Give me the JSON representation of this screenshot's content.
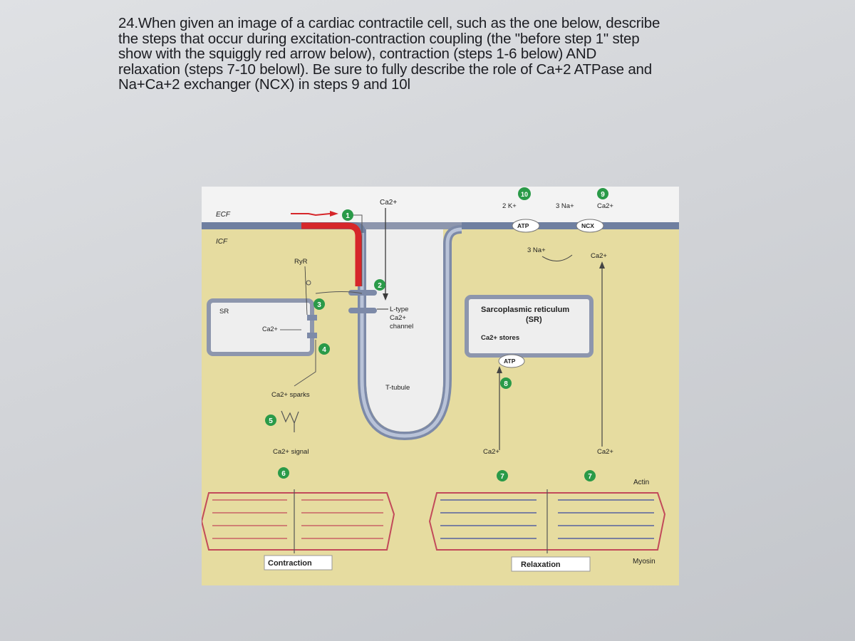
{
  "question": {
    "number": "24.",
    "line1": "When given an image of a cardiac contractile cell, such as the one below, describe",
    "line2": "the steps that occur during excitation-contraction coupling (the \"before step 1\" step",
    "line3": "show with the squiggly red arrow below), contraction (steps 1-6 below) AND",
    "line4": "relaxation (steps 7-10 belowl). Be sure to fully describe the role of Ca+2 ATPase and",
    "line5": "Na+Ca+2 exchanger (NCX) in steps 9 and 10l"
  },
  "figure": {
    "ecf": "ECF",
    "icf": "ICF",
    "ryr": "RyR",
    "sr": "SR",
    "ca_sr": "Ca2+",
    "ca_channel_top": "Ca2+",
    "l_type_line1": "L-type",
    "l_type_line2": "Ca2+",
    "l_type_line3": "channel",
    "t_tubule": "T-tubule",
    "ca_sparks": "Ca2+ sparks",
    "ca_signal": "Ca2+ signal",
    "sarcoplasmic_line1": "Sarcoplasmic reticulum",
    "sarcoplasmic_line2": "(SR)",
    "ca_stores": "Ca2+ stores",
    "atp_pump": "ATP",
    "atp_membrane": "ATP",
    "ncx": "NCX",
    "two_k": "2 K+",
    "three_na_out": "3 Na+",
    "ca_out": "Ca2+",
    "three_na_in": "3 Na+",
    "ca_in_right": "Ca2+",
    "ca_7_left": "Ca2+",
    "ca_7_right": "Ca2+",
    "actin": "Actin",
    "myosin": "Myosin",
    "contraction": "Contraction",
    "relaxation": "Relaxation",
    "steps": [
      "1",
      "2",
      "3",
      "4",
      "5",
      "6",
      "7",
      "7",
      "8",
      "9",
      "10"
    ]
  },
  "colors": {
    "cytoplasm": "#e6dca0",
    "membrane": "#6f7fa0",
    "ecf_band": "#a9a9a6",
    "red_arrow": "#d6262a",
    "step_badge": "#2a9a48",
    "sarcomere": "#c24a5a"
  }
}
